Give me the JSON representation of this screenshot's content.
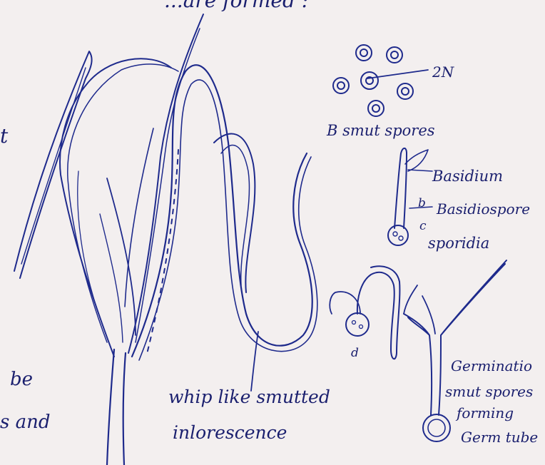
{
  "header_fragment": "...are formed :",
  "margin_text": {
    "left_t": "t",
    "left_be": "be",
    "left_and": "s and"
  },
  "labels": {
    "two_n": "2N",
    "smut_spores": "B smut spores",
    "basidium": "Basidium",
    "basidiospore": "Basidiospore",
    "sporidia": "sporidia",
    "whip_line1": "whip like smutted",
    "whip_line2": "inlorescence",
    "germ_line1": "Germinatio",
    "germ_line2": "smut spores",
    "germ_line3": "forming",
    "germ_line4": "Germ tube"
  },
  "markers": {
    "b_marker": "b",
    "c_marker": "c",
    "d_marker": "d"
  },
  "colors": {
    "ink": "#1e2a8c",
    "paper": "#f3efef"
  }
}
